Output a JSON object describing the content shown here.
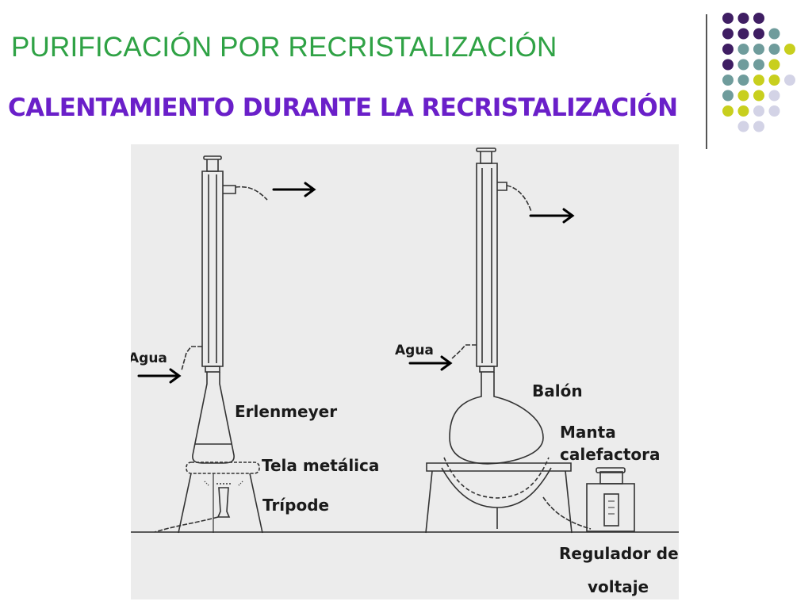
{
  "slide": {
    "title": "PURIFICACIÓN POR RECRISTALIZACIÓN",
    "subtitle": "CALENTAMIENTO DURANTE LA RECRISTALIZACIÓN"
  },
  "decoration": {
    "dot_rows": [
      [
        "purple",
        "purple",
        "purple"
      ],
      [
        "purple",
        "purple",
        "purple",
        "teal"
      ],
      [
        "purple",
        "teal",
        "teal",
        "teal",
        "yellow"
      ],
      [
        "purple",
        "teal",
        "teal",
        "yellow"
      ],
      [
        "teal",
        "teal",
        "yellow",
        "yellow",
        "lavender"
      ],
      [
        "teal",
        "yellow",
        "yellow",
        "lavender"
      ],
      [
        "yellow",
        "yellow",
        "lavender",
        "lavender"
      ],
      [
        "lavender",
        "lavender"
      ]
    ],
    "colors": {
      "purple": "#3f1e63",
      "teal": "#6f9c9c",
      "yellow": "#c8cf1e",
      "lavender": "#d3d3e6"
    }
  },
  "diagram": {
    "left_apparatus": {
      "water_label": "Agua",
      "flask_label": "Erlenmeyer",
      "gauze_label": "Tela metálica",
      "tripod_label": "Trípode"
    },
    "right_apparatus": {
      "water_label": "Agua",
      "flask_label": "Balón",
      "mantle_label_line1": "Manta",
      "mantle_label_line2": "calefactora",
      "regulator_label_line1": "Regulador de",
      "regulator_label_line2": "voltaje"
    }
  }
}
